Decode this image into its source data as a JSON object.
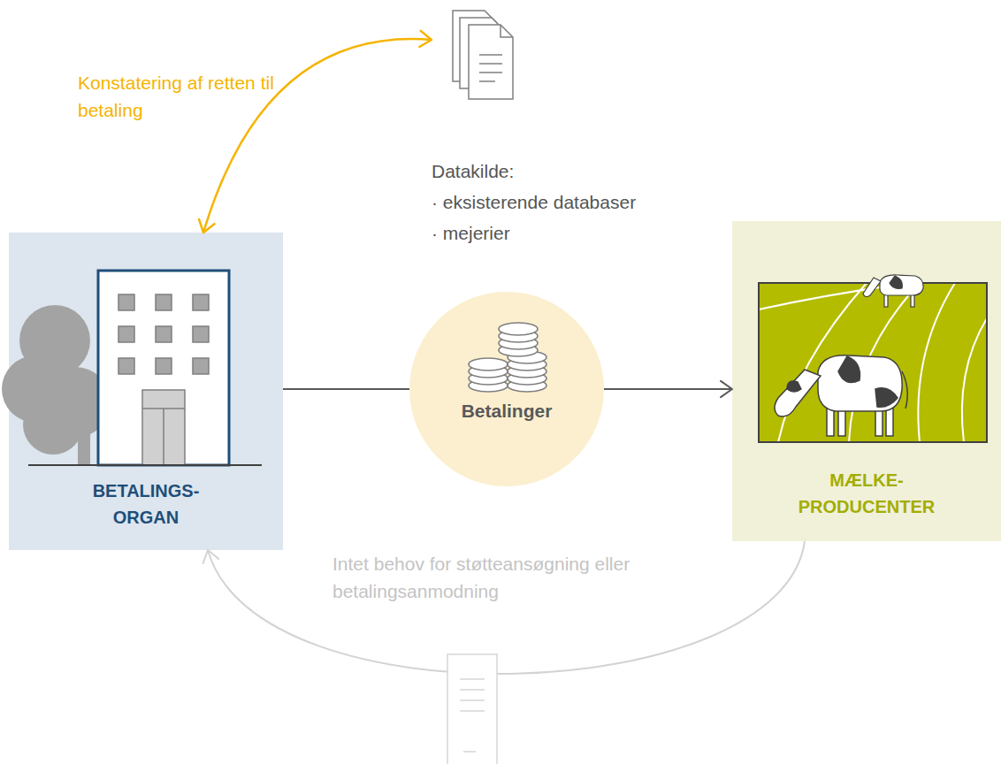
{
  "diagram": {
    "nodes": [
      {
        "text": [
          "BETALINGS- ORGAN"
        ]
      },
      {
        "text": [
          "Datakilde:",
          "· eksisterende databaser",
          "· mejerier"
        ]
      },
      {
        "text": [
          "Betalinger"
        ]
      },
      {
        "text": [
          "MÆLKE- PRODUCENTER"
        ]
      }
    ],
    "edges": [
      {
        "from": 0,
        "to": 1,
        "arrow": "both",
        "label": "Konstatering af retten til betaling"
      },
      {
        "from": 0,
        "to": 2,
        "arrow": "none"
      },
      {
        "from": 2,
        "to": 3,
        "arrow": "to"
      },
      {
        "from": 3,
        "to": 0,
        "arrow": "to",
        "label": "Intet behov for støtteansøgning eller betalingsanmodning"
      }
    ]
  }
}
